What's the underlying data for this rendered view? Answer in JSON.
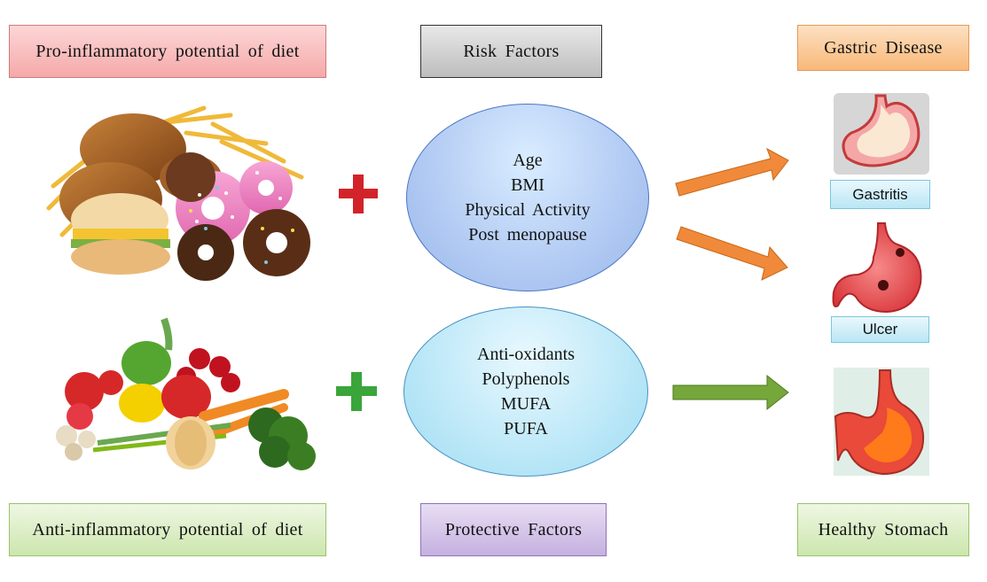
{
  "labels": {
    "pro_inflammatory": "Pro-inflammatory potential of diet",
    "risk_factors": "Risk Factors",
    "gastric_disease": "Gastric Disease",
    "anti_inflammatory": "Anti-inflammatory potential of diet",
    "protective_factors": "Protective Factors",
    "healthy_stomach": "Healthy Stomach"
  },
  "risk_factors_list": [
    "Age",
    "BMI",
    "Physical Activity",
    "Post menopause"
  ],
  "protective_factors_list": [
    "Anti-oxidants",
    "Polyphenols",
    "MUFA",
    "PUFA"
  ],
  "outcomes": {
    "gastritis": "Gastritis",
    "ulcer": "Ulcer"
  },
  "colors": {
    "pro_box": "#f9c0c0",
    "risk_box": "#d3d3d3",
    "gastric_box": "#fbcb9b",
    "anti_box": "#d8ecc0",
    "protective_box": "#d3c3e6",
    "healthy_box": "#d8ecc0",
    "plus_red": "#d2232a",
    "plus_green": "#3aa53a",
    "arrow_orange": "#f08a3a",
    "arrow_green": "#76a73a"
  },
  "icons": [
    "junk-food-image",
    "vegetables-image",
    "gastritis-stomach-icon",
    "ulcer-stomach-icon",
    "healthy-stomach-icon"
  ]
}
